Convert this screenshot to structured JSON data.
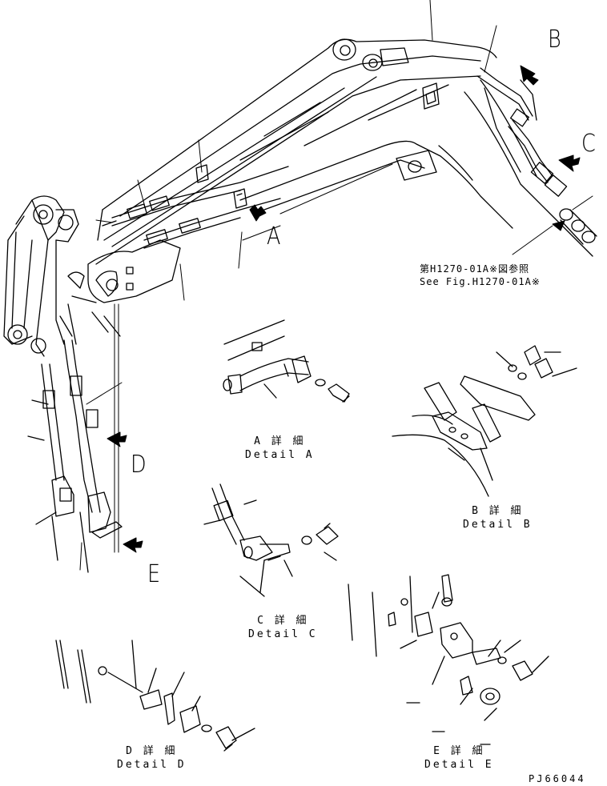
{
  "callouts": {
    "a": "A",
    "b": "B",
    "c": "C",
    "d": "D",
    "e": "E"
  },
  "reference": {
    "japanese": "第H1270-01A※図参照",
    "english": "See Fig.H1270-01A※"
  },
  "details": {
    "a": {
      "jp": "A 詳 細",
      "en": "Detail A"
    },
    "b": {
      "jp": "B 詳 細",
      "en": "Detail B"
    },
    "c": {
      "jp": "C 詳 細",
      "en": "Detail C"
    },
    "d": {
      "jp": "D 詳 細",
      "en": "Detail D"
    },
    "e": {
      "jp": "E 詳 細",
      "en": "Detail E"
    }
  },
  "drawing_code": "PJ66044"
}
